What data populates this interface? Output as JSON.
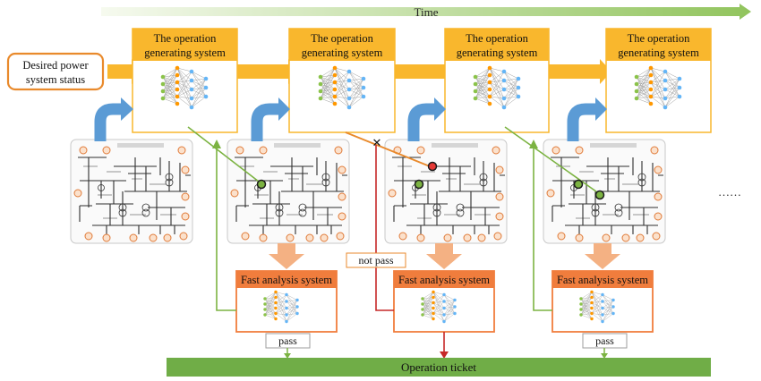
{
  "timeline": {
    "label": "Time"
  },
  "input": {
    "line1": "Desired power",
    "line2": "system status"
  },
  "operation_system": {
    "line1": "The operation",
    "line2": "generating system"
  },
  "fast_analysis": {
    "label": "Fast analysis system"
  },
  "labels": {
    "pass": "pass",
    "not_pass": "not pass",
    "ellipsis": "……"
  },
  "ticket": {
    "label": "Operation ticket"
  },
  "colors": {
    "yellow": "#f9b72d",
    "orange_border": "#e98a2c",
    "fast_fill": "#f07d3d",
    "blue": "#5b9bd5",
    "green": "#7cb342",
    "ticket": "#70ad47",
    "red": "#c62828",
    "fail_node": "#e53935",
    "time_bar_start": "#f6faef",
    "time_bar_end": "#91c45d",
    "down_arrow": "#f4b183"
  }
}
